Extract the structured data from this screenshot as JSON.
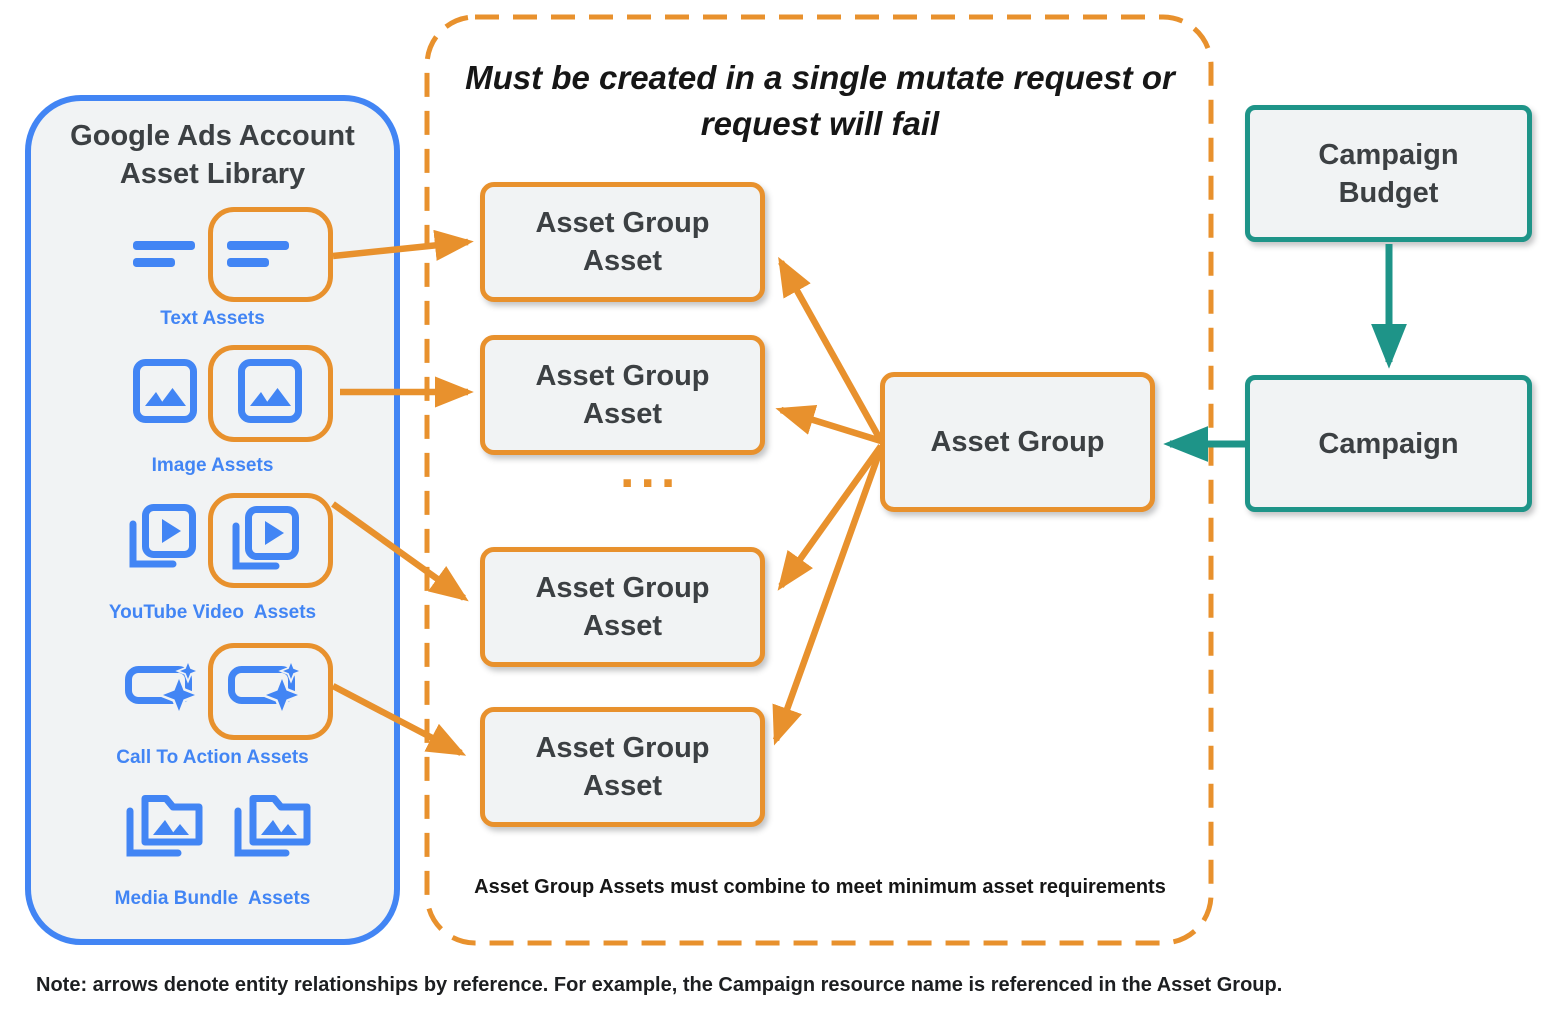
{
  "colors": {
    "blue": "#4285F4",
    "orange": "#E8912D",
    "teal": "#1E9488",
    "box_fill": "#F1F3F4",
    "dark_text": "#3C4043"
  },
  "left_panel": {
    "title": "Google Ads Account Asset Library",
    "asset_types": [
      {
        "label": "Text Assets",
        "icon": "text-lines-icon"
      },
      {
        "label": "Image Assets",
        "icon": "image-icon"
      },
      {
        "label": "YouTube Video  Assets",
        "icon": "youtube-video-icon"
      },
      {
        "label": "Call To Action Assets",
        "icon": "call-to-action-icon"
      },
      {
        "label": "Media Bundle  Assets",
        "icon": "media-bundle-icon"
      }
    ]
  },
  "mutate_container": {
    "heading": "Must be created in a single mutate request or request will fail",
    "asset_group_asset_boxes": [
      "Asset Group Asset",
      "Asset Group Asset",
      "Asset Group Asset",
      "Asset Group Asset"
    ],
    "ellipsis": "...",
    "asset_group_label": "Asset Group",
    "footnote": "Asset Group Assets must combine to meet minimum asset requirements"
  },
  "campaign_section": {
    "campaign_budget_label": "Campaign Budget",
    "campaign_label": "Campaign"
  },
  "note": "Note: arrows denote entity relationships by reference. For example, the Campaign resource name is referenced in the Asset Group."
}
